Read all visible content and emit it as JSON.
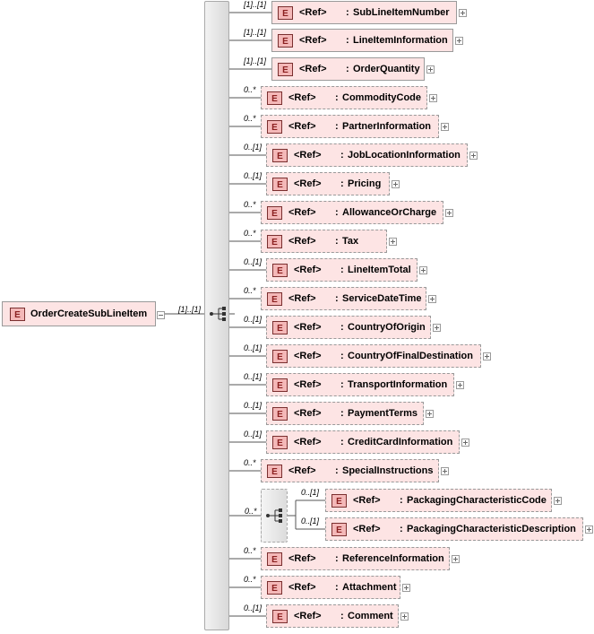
{
  "root": {
    "element_badge": "E",
    "name": "OrderCreateSubLineItem",
    "cardinality": "[1]..[1]"
  },
  "ref_label": "<Ref>",
  "colon": ":",
  "children": [
    {
      "card": "[1]..[1]",
      "badge": "E",
      "name": "SubLineItemNumber",
      "optional": false
    },
    {
      "card": "[1]..[1]",
      "badge": "E",
      "name": "LineItemInformation",
      "optional": false
    },
    {
      "card": "[1]..[1]",
      "badge": "E",
      "name": "OrderQuantity",
      "optional": false
    },
    {
      "card": "0..*",
      "badge": "E",
      "name": "CommodityCode",
      "optional": true
    },
    {
      "card": "0..*",
      "badge": "E",
      "name": "PartnerInformation",
      "optional": true
    },
    {
      "card": "0..[1]",
      "badge": "E",
      "name": "JobLocationInformation",
      "optional": true
    },
    {
      "card": "0..[1]",
      "badge": "E",
      "name": "Pricing",
      "optional": true
    },
    {
      "card": "0..*",
      "badge": "E",
      "name": "AllowanceOrCharge",
      "optional": true
    },
    {
      "card": "0..*",
      "badge": "E",
      "name": "Tax",
      "optional": true
    },
    {
      "card": "0..[1]",
      "badge": "E",
      "name": "LineItemTotal",
      "optional": true
    },
    {
      "card": "0..*",
      "badge": "E",
      "name": "ServiceDateTime",
      "optional": true
    },
    {
      "card": "0..[1]",
      "badge": "E",
      "name": "CountryOfOrigin",
      "optional": true
    },
    {
      "card": "0..[1]",
      "badge": "E",
      "name": "CountryOfFinalDestination",
      "optional": true
    },
    {
      "card": "0..[1]",
      "badge": "E",
      "name": "TransportInformation",
      "optional": true
    },
    {
      "card": "0..[1]",
      "badge": "E",
      "name": "PaymentTerms",
      "optional": true
    },
    {
      "card": "0..[1]",
      "badge": "E",
      "name": "CreditCardInformation",
      "optional": true
    },
    {
      "card": "0..*",
      "badge": "E",
      "name": "SpecialInstructions",
      "optional": true
    },
    {
      "card": "0..*",
      "badge": "E",
      "name": "ReferenceInformation",
      "optional": true
    },
    {
      "card": "0..*",
      "badge": "E",
      "name": "Attachment",
      "optional": true
    },
    {
      "card": "0..[1]",
      "badge": "E",
      "name": "Comment",
      "optional": true
    }
  ],
  "choice": {
    "card": "0..*",
    "children": [
      {
        "card": "0..[1]",
        "badge": "E",
        "name": "PackagingCharacteristicCode",
        "optional": true
      },
      {
        "card": "0..[1]",
        "badge": "E",
        "name": "PackagingCharacteristicDescription",
        "optional": true
      }
    ]
  },
  "colors": {
    "node_fill": "#fde4e4",
    "badge_fill": "#f4b8b8",
    "badge_border": "#7a2f2f",
    "border": "#9a9a9a"
  },
  "icons": {
    "sequence": "sequence-compositor-icon",
    "choice": "choice-compositor-icon",
    "expand": "plus-box-icon",
    "collapse": "minus-box-icon"
  }
}
